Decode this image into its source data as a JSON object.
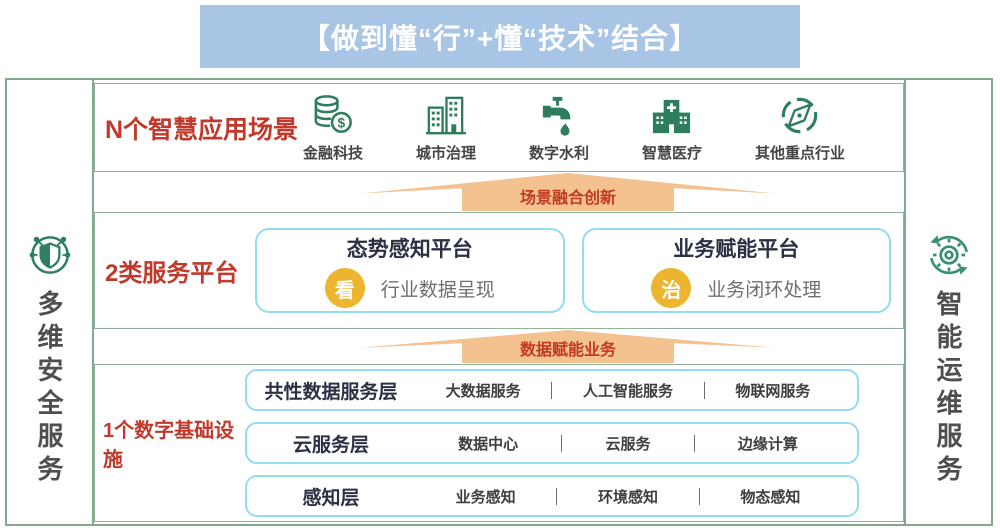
{
  "banner": {
    "title": "【做到懂“行”+懂“技术”结合】"
  },
  "left_rail": {
    "icon": "shield-network-icon",
    "label": "多维安全服务"
  },
  "right_rail": {
    "icon": "gear-sync-icon",
    "label": "智能运维服务"
  },
  "applications": {
    "label": "N个智慧应用场景",
    "items": [
      {
        "icon": "fintech-coins-icon",
        "label": "金融科技"
      },
      {
        "icon": "city-buildings-icon",
        "label": "城市治理"
      },
      {
        "icon": "water-faucet-icon",
        "label": "数字水利"
      },
      {
        "icon": "hospital-icon",
        "label": "智慧医疗"
      },
      {
        "icon": "compass-icon",
        "label": "其他重点行业"
      }
    ]
  },
  "arrows": [
    {
      "label": "场景融合创新"
    },
    {
      "label": "数据赋能业务"
    }
  ],
  "platforms": {
    "label": "2类服务平台",
    "items": [
      {
        "title": "态势感知平台",
        "badge": "看",
        "desc": "行业数据呈现"
      },
      {
        "title": "业务赋能平台",
        "badge": "治",
        "desc": "业务闭环处理"
      }
    ]
  },
  "infrastructure": {
    "label": "1个数字基础设施",
    "rows": [
      {
        "title": "共性数据服务层",
        "items": [
          "大数据服务",
          "人工智能服务",
          "物联网服务"
        ]
      },
      {
        "title": "云服务层",
        "items": [
          "数据中心",
          "云服务",
          "边缘计算"
        ]
      },
      {
        "title": "感知层",
        "items": [
          "业务感知",
          "环境感知",
          "物态感知"
        ]
      }
    ]
  },
  "colors": {
    "banner_blue": "#a9c5e6",
    "frame_green": "#82a98e",
    "icon_green": "#2e7d5b",
    "accent_red": "#c0392b",
    "arrow_orange": "#f4c191",
    "card_border_blue": "#93dcf2",
    "badge_gold": "#ecb42f"
  }
}
